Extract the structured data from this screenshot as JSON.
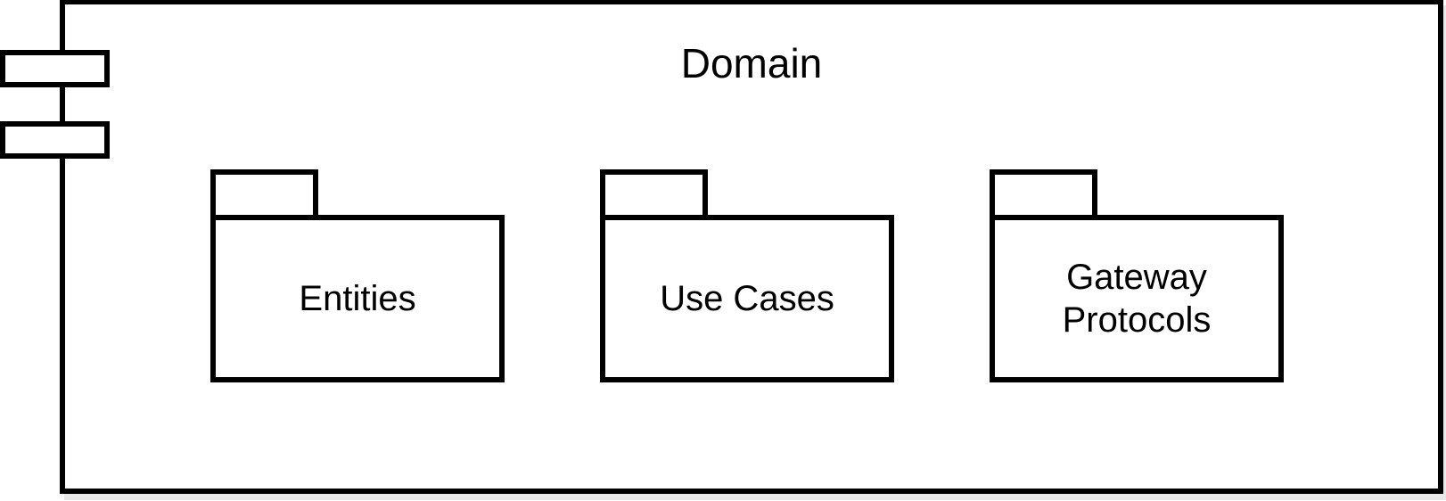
{
  "diagram": {
    "component": {
      "title": "Domain",
      "packages": [
        {
          "label": "Entities"
        },
        {
          "label": "Use Cases"
        },
        {
          "label": "Gateway Protocols"
        }
      ]
    },
    "icons": {
      "component_icon": "uml-component-tabs",
      "package_icon": "uml-folder-tab"
    },
    "colors": {
      "stroke": "#000000",
      "fill": "#ffffff",
      "text": "#000000",
      "shadow": "#e9e9e9",
      "background": "#ffffff"
    }
  }
}
